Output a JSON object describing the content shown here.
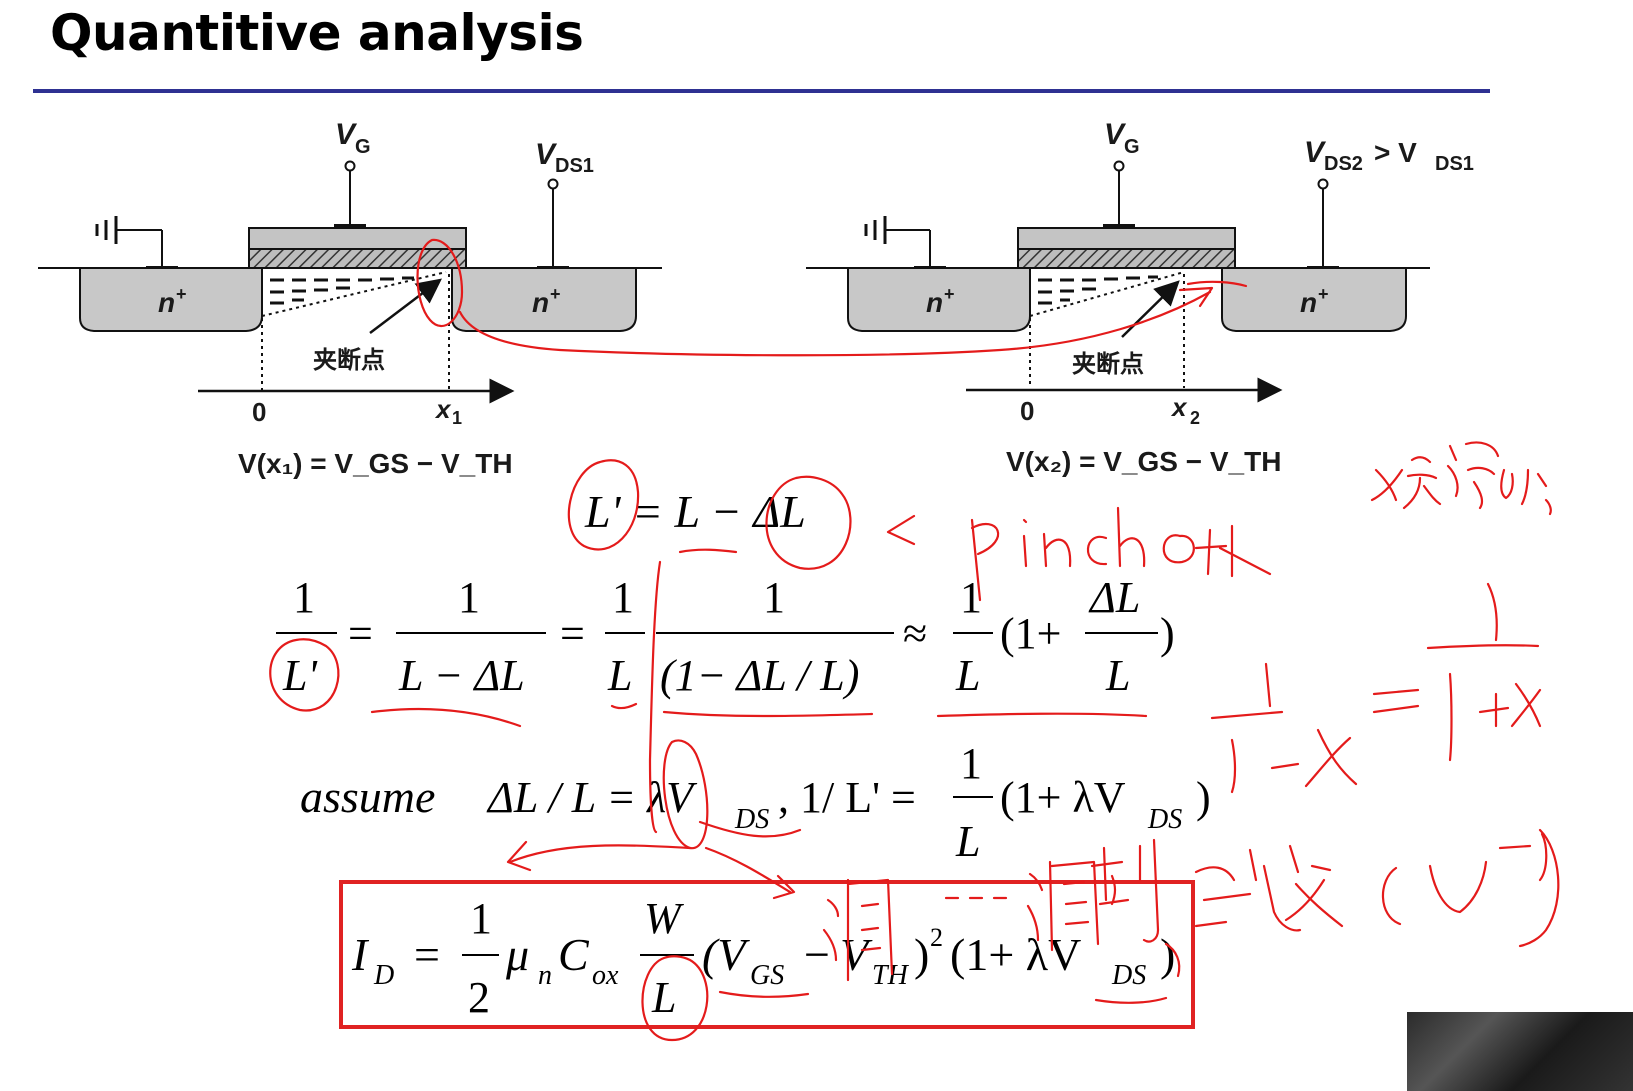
{
  "slide": {
    "title": "Quantitive analysis"
  },
  "diagram_left": {
    "gate_label": "V",
    "gate_sub": "G",
    "drain_label": "V",
    "drain_sub": "DS1",
    "source_region": "n",
    "drain_region": "n",
    "region_sup": "+",
    "pinch_label": "夹断点",
    "origin_label": "0",
    "point_label": "x",
    "point_sub": "1",
    "condition": "V(x₁) = V_GS − V_TH"
  },
  "diagram_right": {
    "gate_label": "V",
    "gate_sub": "G",
    "drain_label": "V",
    "drain_sub": "DS2",
    "drain_cmp": " > V",
    "drain_cmp_sub": "DS1",
    "source_region": "n",
    "drain_region": "n",
    "region_sup": "+",
    "pinch_label": "夹断点",
    "origin_label": "0",
    "point_label": "x",
    "point_sub": "2",
    "condition": "V(x₂) = V_GS − V_TH"
  },
  "equations": {
    "eq1": "L' = L − ΔL",
    "eq2": "1/L' = 1/(L − ΔL) = (1/L)·1/(1 − ΔL/L) ≈ (1/L)(1 + ΔL/L)",
    "eq3_word": "assume",
    "eq3": "ΔL / L = λV_DS, 1/L' = (1/L)(1 + λV_DS)",
    "eq4": "I_D = ½ μ_n C_ox (W/L)(V_GS − V_TH)²(1 + λV_DS)"
  },
  "colors": {
    "title_rule": "#2e3192",
    "annotation_ink": "#e41b1b",
    "box_border": "#e02222"
  },
  "annotations": {
    "pinch_off_note": "< pinch off",
    "taylor_note": "1/(1−x) = 1+x",
    "note_top_right": "x 无穷小",
    "note_bottom": "调制系数 (V⁻¹)"
  }
}
